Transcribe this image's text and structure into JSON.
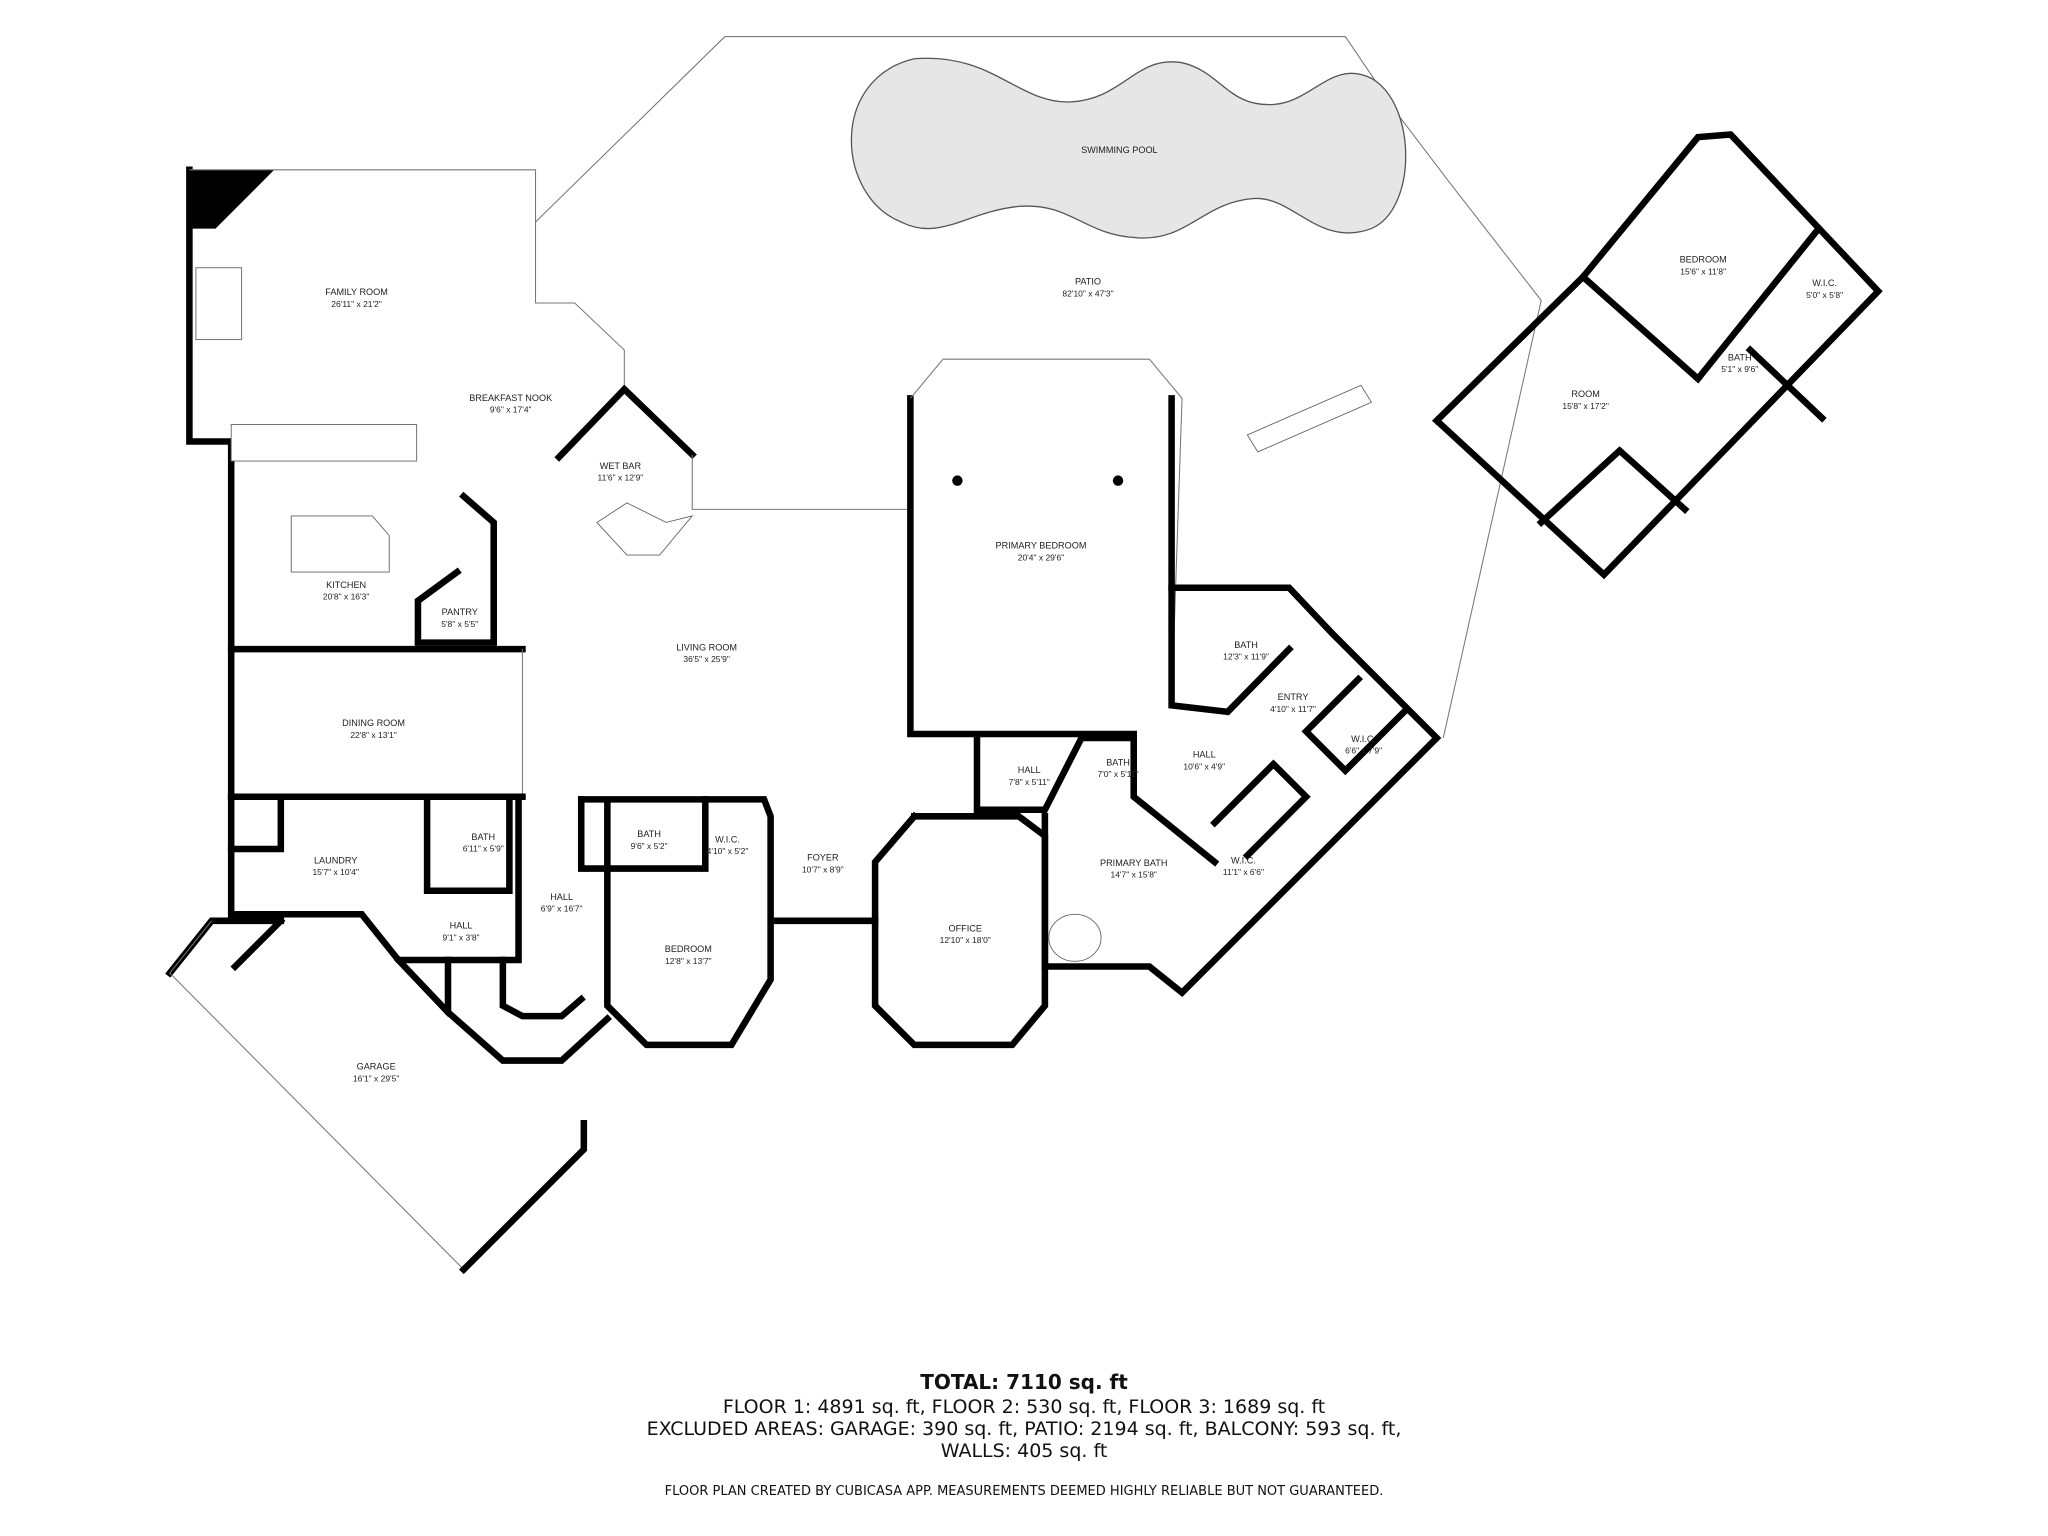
{
  "rooms": [
    {
      "name": "SWIMMING POOL",
      "dim": ""
    },
    {
      "name": "PATIO",
      "dim": "82'10\" x 47'3\""
    },
    {
      "name": "FAMILY ROOM",
      "dim": "26'11\" x 21'2\""
    },
    {
      "name": "BREAKFAST NOOK",
      "dim": "9'6\" x 17'4\""
    },
    {
      "name": "WET BAR",
      "dim": "11'6\" x 12'9\""
    },
    {
      "name": "KITCHEN",
      "dim": "20'8\" x 16'3\""
    },
    {
      "name": "PANTRY",
      "dim": "5'8\" x 5'5\""
    },
    {
      "name": "LIVING ROOM",
      "dim": "36'5\" x 25'9\""
    },
    {
      "name": "PRIMARY BEDROOM",
      "dim": "20'4\" x 29'6\""
    },
    {
      "name": "DINING ROOM",
      "dim": "22'8\" x 13'1\""
    },
    {
      "name": "BATH",
      "dim": "12'3\" x 11'9\""
    },
    {
      "name": "ENTRY",
      "dim": "4'10\" x 11'7\""
    },
    {
      "name": "W.I.C.",
      "dim": "6'6\" x 7'9\""
    },
    {
      "name": "HALL",
      "dim": "10'6\" x 4'9\""
    },
    {
      "name": "HALL",
      "dim": "7'8\" x 5'11\""
    },
    {
      "name": "BATH",
      "dim": "7'0\" x 5'11\""
    },
    {
      "name": "LAUNDRY",
      "dim": "15'7\" x 10'4\""
    },
    {
      "name": "BATH",
      "dim": "6'11\" x 5'9\""
    },
    {
      "name": "BATH",
      "dim": "9'6\" x 5'2\""
    },
    {
      "name": "W.I.C.",
      "dim": "4'10\" x 5'2\""
    },
    {
      "name": "FOYER",
      "dim": "10'7\" x 8'9\""
    },
    {
      "name": "HALL",
      "dim": "6'9\" x 16'7\""
    },
    {
      "name": "HALL",
      "dim": "9'1\" x 3'8\""
    },
    {
      "name": "PRIMARY BATH",
      "dim": "14'7\" x 15'8\""
    },
    {
      "name": "W.I.C.",
      "dim": "11'1\" x 6'6\""
    },
    {
      "name": "OFFICE",
      "dim": "12'10\" x 18'0\""
    },
    {
      "name": "BEDROOM",
      "dim": "12'8\" x 13'7\""
    },
    {
      "name": "GARAGE",
      "dim": "16'1\" x 29'5\""
    },
    {
      "name": "BEDROOM",
      "dim": "15'6\" x 11'8\""
    },
    {
      "name": "W.I.C.",
      "dim": "5'0\" x 5'8\""
    },
    {
      "name": "BATH",
      "dim": "5'1\" x 9'6\""
    },
    {
      "name": "ROOM",
      "dim": "15'8\" x 17'2\""
    }
  ],
  "summary": {
    "total": "TOTAL: 7110 sq. ft",
    "floors": "FLOOR 1: 4891 sq. ft, FLOOR 2: 530 sq. ft, FLOOR 3: 1689 sq. ft",
    "excluded": "EXCLUDED AREAS: GARAGE: 390 sq. ft, PATIO: 2194 sq. ft, BALCONY: 593 sq. ft,",
    "walls": "WALLS: 405 sq. ft"
  },
  "footer": "FLOOR PLAN CREATED BY CUBICASA APP. MEASUREMENTS DEEMED HIGHLY RELIABLE BUT NOT GUARANTEED.",
  "colors": {
    "walls": "#000000",
    "pool": "#e6e6e6",
    "background": "#ffffff"
  }
}
